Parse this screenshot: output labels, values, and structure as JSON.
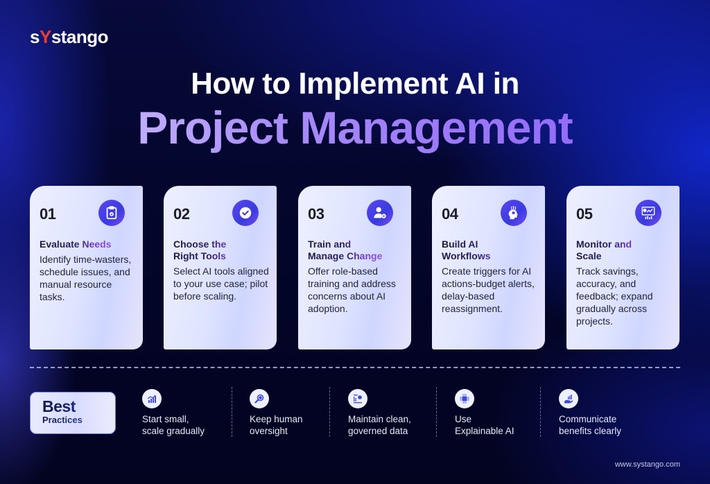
{
  "brand": {
    "logo_pre": "s",
    "logo_y": "Y",
    "logo_post": "stango",
    "accent_color": "#ef3b2c"
  },
  "title": {
    "line1": "How to Implement AI in",
    "line2": "Project Management"
  },
  "steps": [
    {
      "number": "01",
      "heading": "Evaluate Needs",
      "description": "Identify time-wasters, schedule issues, and manual resource tasks.",
      "icon": "clipboard-check-icon"
    },
    {
      "number": "02",
      "heading": "Choose the Right Tools",
      "description": "Select AI tools aligned to your use case; pilot before scaling.",
      "icon": "check-circle-icon"
    },
    {
      "number": "03",
      "heading": "Train and Manage Change",
      "description": "Offer role-based training and address concerns about AI adoption.",
      "icon": "user-gear-icon"
    },
    {
      "number": "04",
      "heading": "Build AI Workflows",
      "description": "Create triggers for AI actions-budget alerts, delay-based reassignment.",
      "icon": "ai-head-chip-icon"
    },
    {
      "number": "05",
      "heading": "Monitor and Scale",
      "description": "Track savings, accuracy, and feedback; expand gradually across projects.",
      "icon": "analytics-dashboard-icon"
    }
  ],
  "best_practices": {
    "label_line1": "Best",
    "label_line2": "Practices",
    "items": [
      {
        "text_line1": "Start small,",
        "text_line2": "scale gradually",
        "icon": "growth-chart-icon"
      },
      {
        "text_line1": "Keep human",
        "text_line2": "oversight",
        "icon": "magnifier-eye-icon"
      },
      {
        "text_line1": "Maintain clean,",
        "text_line2": "governed data",
        "icon": "data-report-icon"
      },
      {
        "text_line1": "Use",
        "text_line2": "Explainable AI",
        "icon": "chip-icon"
      },
      {
        "text_line1": "Communicate",
        "text_line2": "benefits clearly",
        "icon": "hand-chart-icon"
      }
    ]
  },
  "footer": {
    "website": "www.systango.com"
  },
  "colors": {
    "background": "#04062a",
    "card": "#e2e6ff",
    "icon_gradient_start": "#5a45f0",
    "title_purple": "#a78bfa"
  }
}
